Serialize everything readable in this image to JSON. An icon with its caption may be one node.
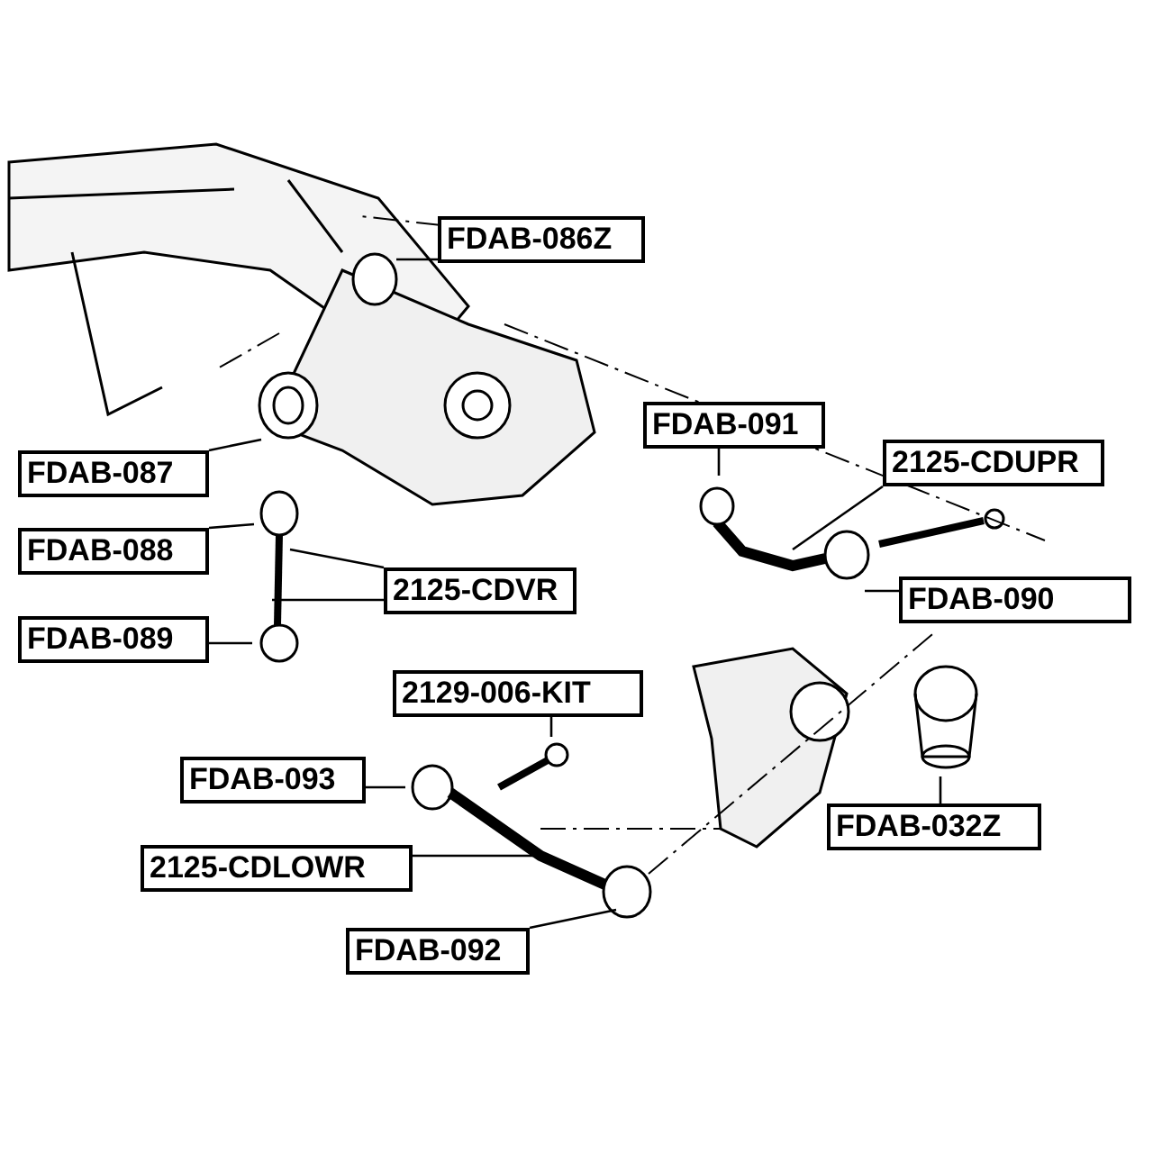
{
  "diagram": {
    "nodes": [
      {
        "text": [
          "FDAB-086Z"
        ]
      },
      {
        "text": [
          "FDAB-091"
        ]
      },
      {
        "text": [
          "2125-CDUPR"
        ]
      },
      {
        "text": [
          "FDAB-087"
        ]
      },
      {
        "text": [
          "FDAB-088"
        ]
      },
      {
        "text": [
          "2125-CDVR"
        ]
      },
      {
        "text": [
          "FDAB-090"
        ]
      },
      {
        "text": [
          "FDAB-089"
        ]
      },
      {
        "text": [
          "2129-006-KIT"
        ]
      },
      {
        "text": [
          "FDAB-032Z"
        ]
      },
      {
        "text": [
          "FDAB-093"
        ]
      },
      {
        "text": [
          "2125-CDLOWR"
        ]
      },
      {
        "text": [
          "FDAB-092"
        ]
      }
    ],
    "edges": [
      {
        "from": 0,
        "to": null,
        "arrow": "none"
      },
      {
        "from": 1,
        "to": null,
        "arrow": "none"
      },
      {
        "from": 2,
        "to": null,
        "arrow": "none"
      },
      {
        "from": 3,
        "to": null,
        "arrow": "none"
      },
      {
        "from": 4,
        "to": null,
        "arrow": "none"
      },
      {
        "from": 5,
        "to": null,
        "arrow": "none"
      },
      {
        "from": 5,
        "to": null,
        "arrow": "none"
      },
      {
        "from": 6,
        "to": null,
        "arrow": "none"
      },
      {
        "from": 7,
        "to": null,
        "arrow": "none"
      },
      {
        "from": 8,
        "to": null,
        "arrow": "none"
      },
      {
        "from": 9,
        "to": null,
        "arrow": "none"
      },
      {
        "from": 10,
        "to": null,
        "arrow": "none"
      },
      {
        "from": 11,
        "to": null,
        "arrow": "none"
      },
      {
        "from": 12,
        "to": null,
        "arrow": "none"
      }
    ]
  }
}
